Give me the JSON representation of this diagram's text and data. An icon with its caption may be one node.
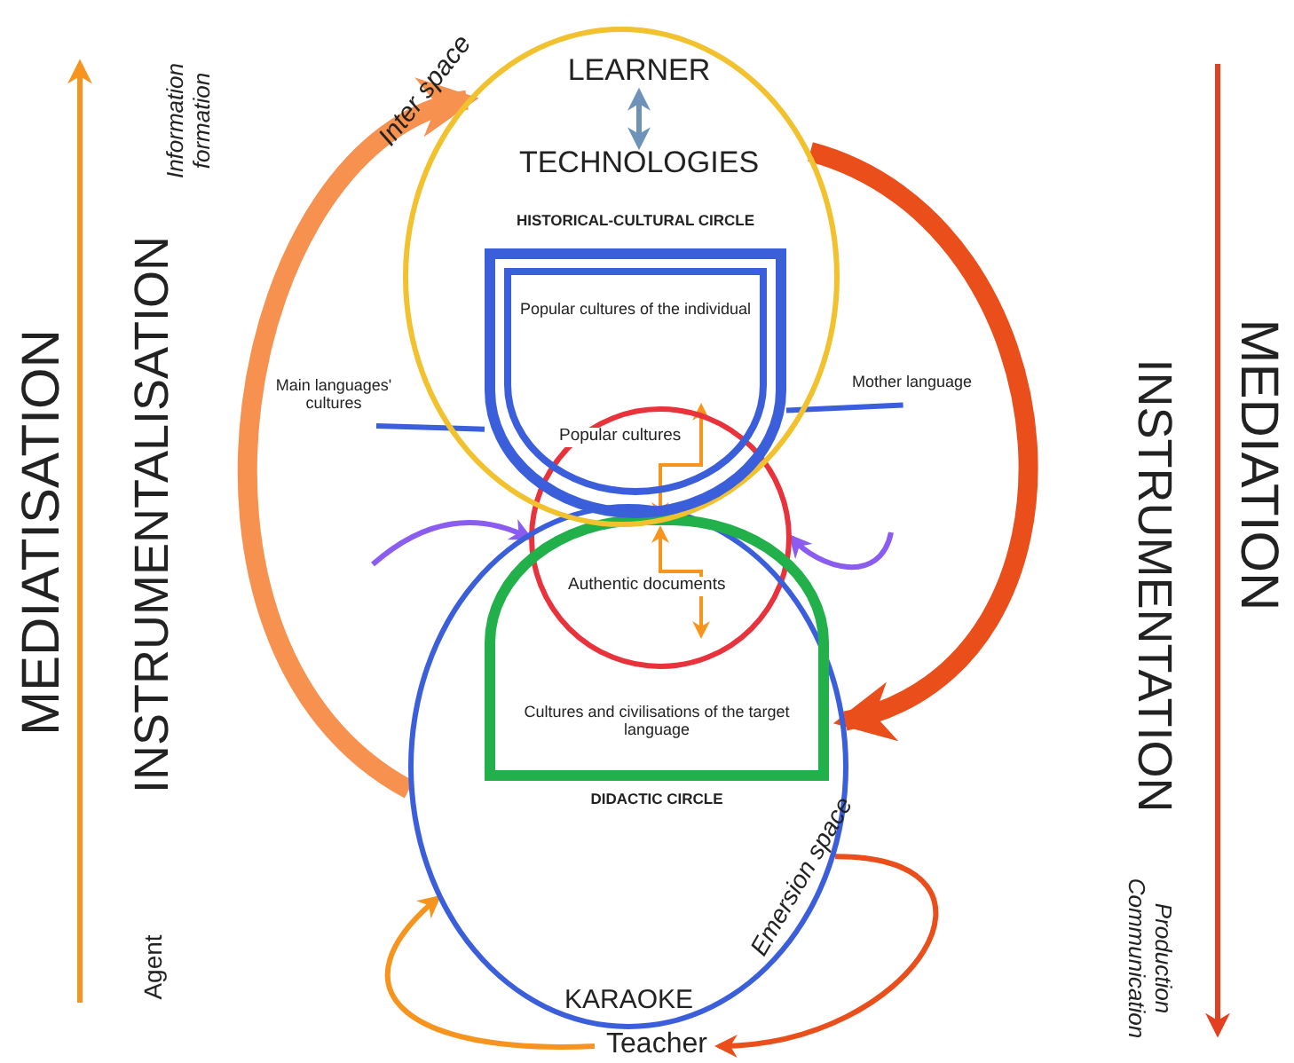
{
  "diagram": {
    "nodes": [
      {
        "text": [
          "Inter space"
        ]
      },
      {
        "text": [
          "LEARNER"
        ],
        "in": 0
      },
      {
        "text": [
          "TECHNOLOGIES"
        ],
        "in": 0
      },
      {
        "text": [
          "HISTORICAL-CULTURAL CIRCLE"
        ],
        "in": 0
      },
      {
        "text": [
          "Popular cultures of the individual",
          "Popular cultures"
        ],
        "in": 3
      },
      {
        "text": [
          "Authentic documents"
        ]
      },
      {
        "text": [
          "Emersion space",
          "KARAOKE"
        ]
      },
      {
        "text": [
          "Cultures and civilisations of the target language",
          "DIDACTIC CIRCLE"
        ],
        "in": 6
      },
      {
        "text": [
          "Main languages' cultures"
        ]
      },
      {
        "text": [
          "Mother language"
        ]
      },
      {
        "text": [
          "Teacher"
        ]
      }
    ],
    "edges": [
      {
        "from": 1,
        "to": 2,
        "arrow": "both",
        "color": "#6f93b8"
      },
      {
        "from": 6,
        "to": 0,
        "arrow": "to",
        "style": "thick",
        "color": "#f79150"
      },
      {
        "from": 0,
        "to": 6,
        "arrow": "to",
        "style": "thick",
        "color": "#e94e1b"
      },
      {
        "from": 10,
        "to": 6,
        "arrow": "to",
        "color": "#f7941d"
      },
      {
        "from": 6,
        "to": 10,
        "arrow": "to",
        "color": "#e94e1b"
      },
      {
        "from": null,
        "to": 5,
        "arrow": "to",
        "color": "#8a5cf0"
      },
      {
        "from": null,
        "to": 5,
        "arrow": "to",
        "color": "#8a5cf0"
      },
      {
        "from": 8,
        "to": 3,
        "arrow": "none",
        "color": "#3b5fdb"
      },
      {
        "from": 9,
        "to": 3,
        "arrow": "none",
        "color": "#3b5fdb"
      }
    ],
    "labels": [
      "Information formation",
      "MEDIATISATION",
      "INSTRUMENTALISATION",
      "Agent",
      "MEDIATION",
      "INSTRUMENTATION",
      "Production Communication"
    ]
  }
}
